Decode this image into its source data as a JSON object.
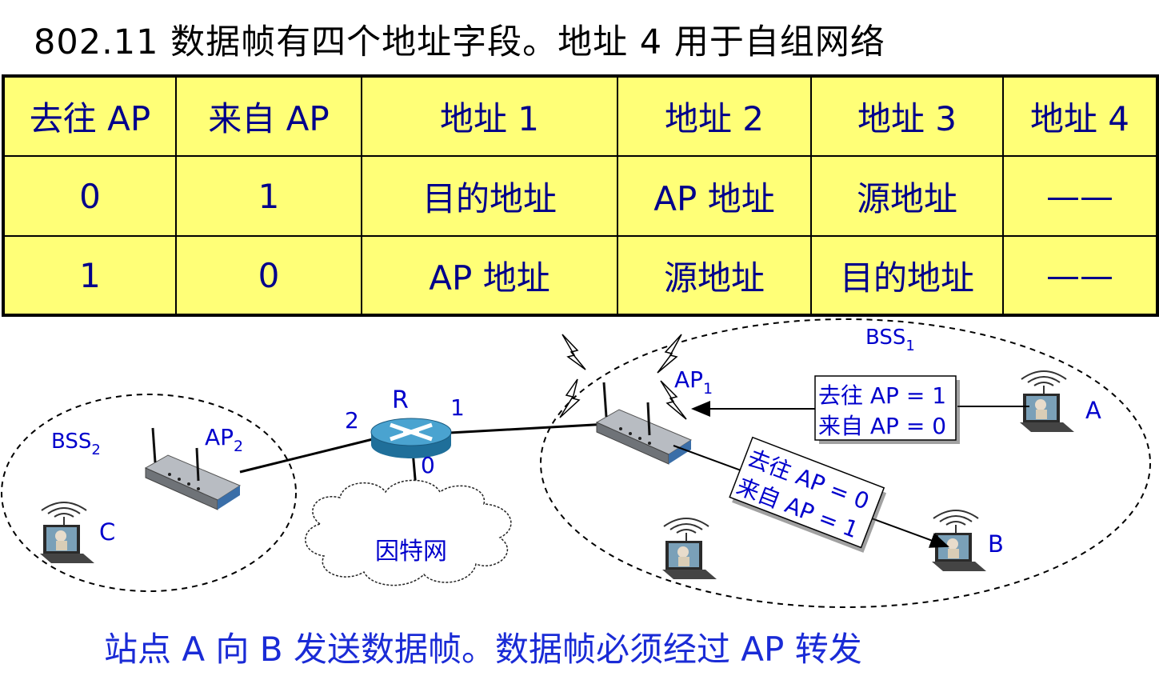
{
  "title": "802.11 数据帧有四个地址字段。地址 4 用于自组网络",
  "table": {
    "headers": [
      "去往 AP",
      "来自 AP",
      "地址 1",
      "地址 2",
      "地址 3",
      "地址 4"
    ],
    "rows": [
      [
        "0",
        "1",
        "目的地址",
        "AP 地址",
        "源地址",
        "——"
      ],
      [
        "1",
        "0",
        "AP 地址",
        "源地址",
        "目的地址",
        "——"
      ]
    ]
  },
  "diagram": {
    "bss1": {
      "name": "BSS",
      "sub": "1"
    },
    "bss2": {
      "name": "BSS",
      "sub": "2"
    },
    "ap1": {
      "name": "AP",
      "sub": "1"
    },
    "ap2": {
      "name": "AP",
      "sub": "2"
    },
    "router": {
      "name": "R",
      "ports": {
        "p1": "1",
        "p2": "2",
        "p0": "0"
      }
    },
    "internet": "因特网",
    "stations": {
      "a": "A",
      "b": "B",
      "c": "C"
    },
    "frame_a_to_ap": {
      "line1": "去往 AP = 1",
      "line2": "来自 AP = 0"
    },
    "frame_ap_to_b": {
      "line1": "去往 AP = 0",
      "line2": "来自 AP = 1"
    }
  },
  "caption": "站点 A 向 B 发送数据帧。数据帧必须经过 AP 转发",
  "colors": {
    "table_bg": "#ffff77",
    "table_text": "#00008b",
    "label_blue": "#0000cc"
  }
}
